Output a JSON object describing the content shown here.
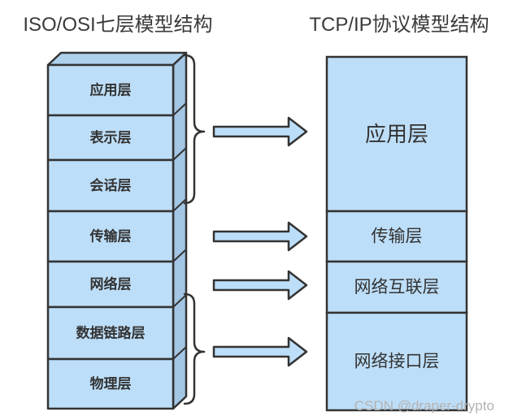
{
  "diagram": {
    "left_model": {
      "title": "ISO/OSI七层模型结构",
      "layers": [
        "应用层",
        "表示层",
        "会话层",
        "传输层",
        "网络层",
        "数据链路层",
        "物理层"
      ]
    },
    "right_model": {
      "title": "TCP/IP协议模型结构",
      "layers": [
        "应用层",
        "传输层",
        "网络互联层",
        "网络接口层"
      ]
    },
    "watermark": "CSDN @draper-drypto"
  },
  "colors": {
    "box_fill": "#bddef8",
    "box_side_fill": "#a3c6e4",
    "box_top_fill": "#aed2ee",
    "stroke": "#333333",
    "text": "#333333",
    "watermark": "#b3b3b3"
  }
}
